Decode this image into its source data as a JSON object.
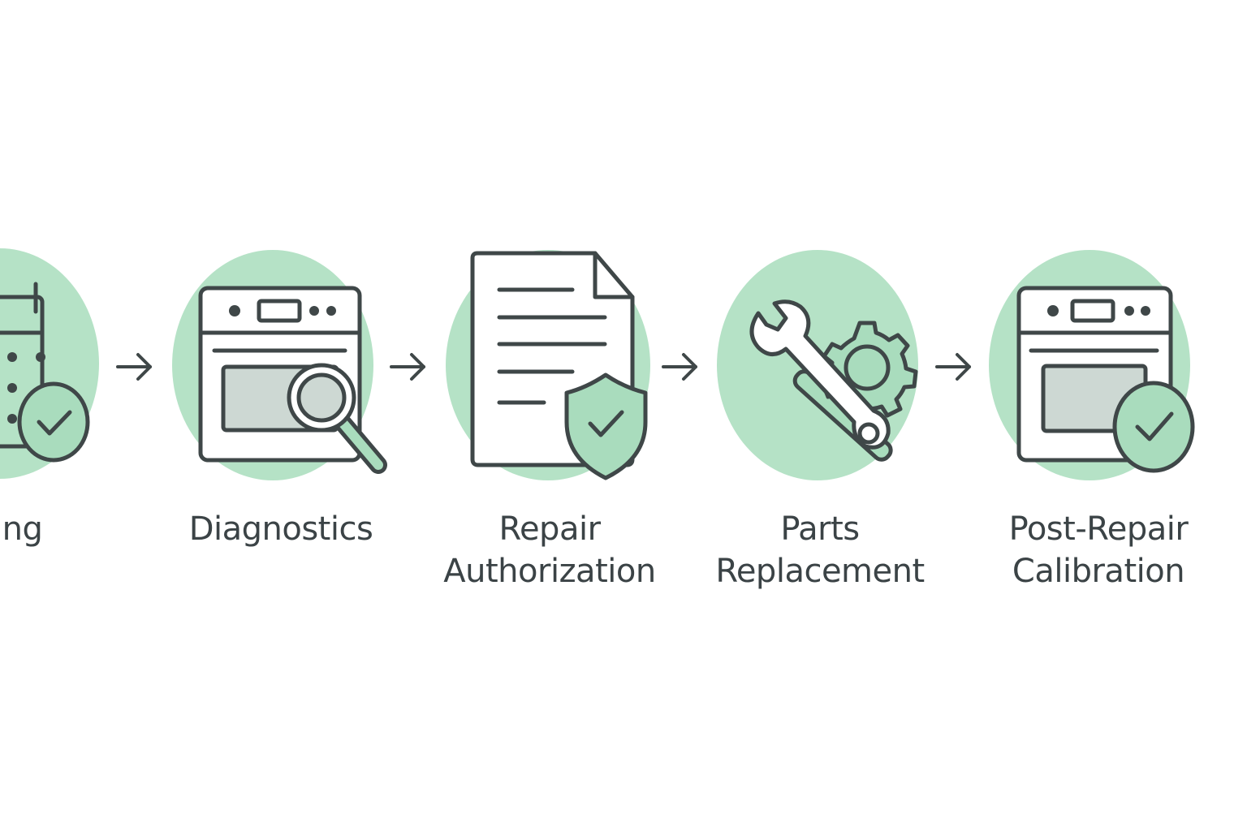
{
  "colors": {
    "circle_fill": "#b5e2c6",
    "icon_stroke": "#3f4748",
    "accent_green": "#a9dcbd",
    "screen_fill": "#cdd8d3",
    "label_text": "#3b4346"
  },
  "steps": [
    {
      "id": "scheduling",
      "label_lines": [
        "duling"
      ],
      "icon": "calendar-check-icon"
    },
    {
      "id": "diagnostics",
      "label_lines": [
        "Diagnostics"
      ],
      "icon": "oven-magnifier-icon"
    },
    {
      "id": "repair-authorization",
      "label_lines": [
        "Repair",
        "Authorization"
      ],
      "icon": "document-shield-icon"
    },
    {
      "id": "parts-replacement",
      "label_lines": [
        "Parts",
        "Replacement"
      ],
      "icon": "wrench-gear-icon"
    },
    {
      "id": "post-repair-calibration",
      "label_lines": [
        "Post-Repair",
        "Calibration"
      ],
      "icon": "oven-check-icon"
    }
  ],
  "connectors": [
    {
      "from": "scheduling",
      "to": "diagnostics",
      "icon": "arrow-right-icon"
    },
    {
      "from": "diagnostics",
      "to": "repair-authorization",
      "icon": "arrow-right-icon"
    },
    {
      "from": "repair-authorization",
      "to": "parts-replacement",
      "icon": "arrow-right-icon"
    },
    {
      "from": "parts-replacement",
      "to": "post-repair-calibration",
      "icon": "arrow-right-icon"
    }
  ]
}
